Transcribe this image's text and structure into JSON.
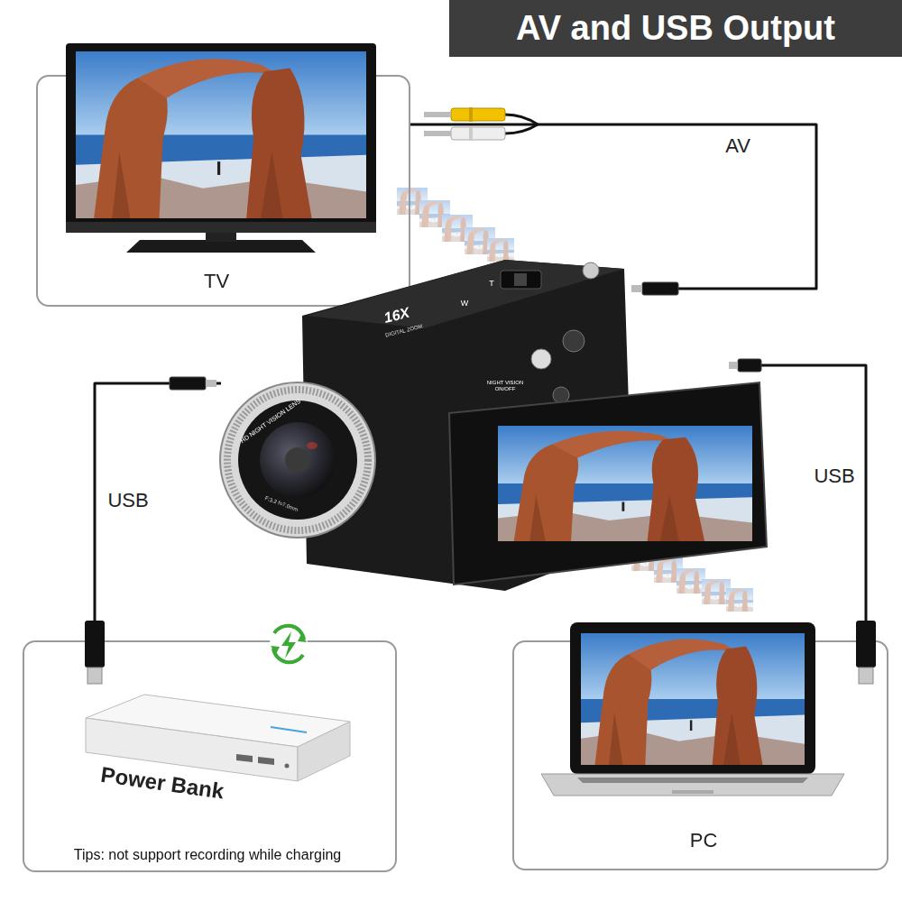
{
  "diagram": {
    "title": "AV and USB Output",
    "nodes": [
      {
        "text": [
          "TV"
        ]
      },
      {
        "text": [
          "16X",
          "DIGITAL ZOOM",
          "HD NIGHT VISION LENS",
          "NIGHT VISION ON/OFF",
          "W",
          "T",
          "F:3.2 f=7.0mm"
        ]
      },
      {
        "text": [
          "Power Bank",
          "Tips: not support recording while charging"
        ]
      },
      {
        "text": [
          "PC"
        ]
      }
    ],
    "edges": [
      {
        "from": 0,
        "to": 1,
        "label": "AV",
        "arrow": "none"
      },
      {
        "from": 1,
        "to": 2,
        "label": "USB",
        "arrow": "none"
      },
      {
        "from": 1,
        "to": 3,
        "label": "USB",
        "arrow": "none"
      }
    ]
  }
}
